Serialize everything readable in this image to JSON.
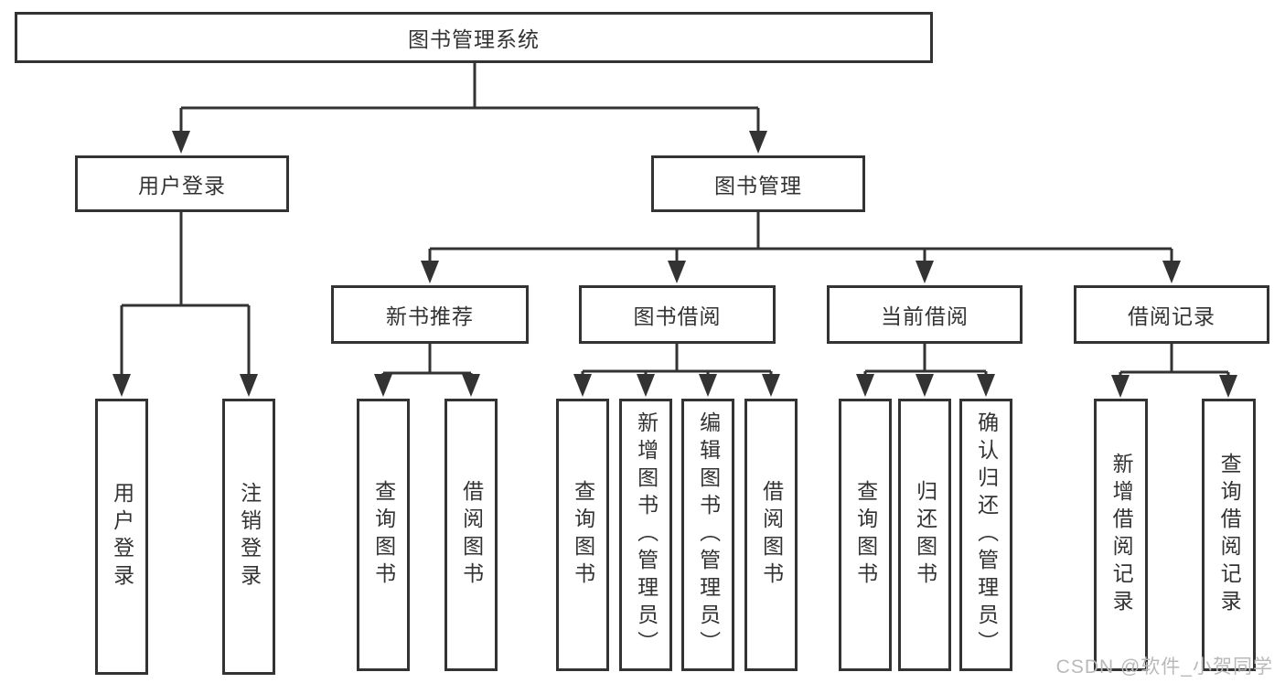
{
  "diagram": {
    "root": {
      "label": "图书管理系统"
    },
    "branches": [
      {
        "label": "用户登录",
        "children": [
          {
            "label": "用户登录"
          },
          {
            "label": "注销登录"
          }
        ]
      },
      {
        "label": "图书管理",
        "children": [
          {
            "label": "新书推荐",
            "children": [
              {
                "label": "查询图书"
              },
              {
                "label": "借阅图书"
              }
            ]
          },
          {
            "label": "图书借阅",
            "children": [
              {
                "label": "查询图书"
              },
              {
                "label": "新增图书（管理员）"
              },
              {
                "label": "编辑图书（管理员）"
              },
              {
                "label": "借阅图书"
              }
            ]
          },
          {
            "label": "当前借阅",
            "children": [
              {
                "label": "查询图书"
              },
              {
                "label": "归还图书"
              },
              {
                "label": "确认归还（管理员）"
              }
            ]
          },
          {
            "label": "借阅记录",
            "children": [
              {
                "label": "新增借阅记录"
              },
              {
                "label": "查询借阅记录"
              }
            ]
          }
        ]
      }
    ]
  },
  "watermark": {
    "text": "CSDN @软件_小贺同学"
  },
  "colors": {
    "line": "#333333",
    "text": "#333333",
    "background": "#ffffff",
    "watermark": "#b9b9b9"
  }
}
